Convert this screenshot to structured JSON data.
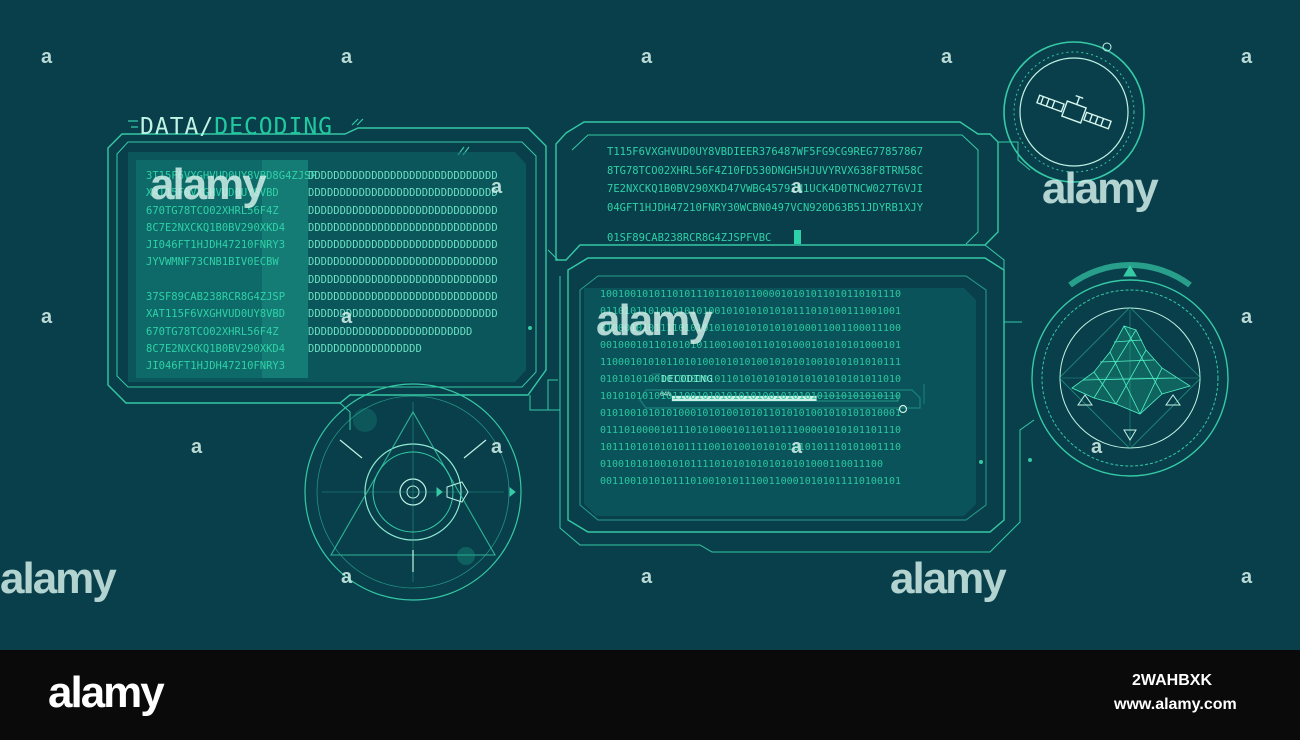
{
  "title": {
    "prefix": "DATA/",
    "accent": "DECODING"
  },
  "left_panel": {
    "code_lines": [
      "3T15F6VXGHVUD0UY8VBD8G4ZJSP",
      "XAT15F6VXGHVUD0UY8VBD",
      "670TG78TCO02XHRL56F4Z",
      "8C7E2NXCKQ1B0BV290XKD4",
      "JI046FT1HJDH47210FNRY3",
      "JYVWMNF73CNB1BIV0ECBW",
      "",
      "37SF89CAB238RCR8G4ZJSP",
      "XAT115F6VXGHVUD0UY8VBD",
      "670TG78TCO02XHRL56F4Z",
      "8C7E2NXCKQ1B0BV290XKD4",
      "JI046FT1HJDH47210FNRY3"
    ],
    "fill_lines": [
      "DDDDDDDDDDDDDDDDDDDDDDDDDDDDDD",
      "DDDDDDDDDDDDDDDDDDDDDDDDDDDDDD",
      "DDDDDDDDDDDDDDDDDDDDDDDDDDDDDD",
      "DDDDDDDDDDDDDDDDDDDDDDDDDDDDDD",
      "DDDDDDDDDDDDDDDDDDDDDDDDDDDDDD",
      "DDDDDDDDDDDDDDDDDDDDDDDDDDDDDD",
      "DDDDDDDDDDDDDDDDDDDDDDDDDDDDDD",
      "DDDDDDDDDDDDDDDDDDDDDDDDDDDDDD",
      "DDDDDDDDDDDDDDDDDDDDDDDDDDDDDD",
      "DDDDDDDDDDDDDDDDDDDDDDDDDD",
      "DDDDDDDDDDDDDDDDDD"
    ]
  },
  "right_panel": {
    "code_lines": [
      "T115F6VXGHVUD0UY8VBDIEER376487WF5FG9CG9REG77857867",
      "8TG78TCO02XHRL56F4Z10FD530DNGH5HJUVYRVX638F8TRN58C",
      "7E2NXCKQ1B0BV290XKD47VWBG45792N1UCK4D0TNCW027T6VJI",
      "04GFT1HJDH47210FNRY30WCBN0497VCN920D63B51JDYRB1XJY"
    ],
    "last_line": "01SF89CAB238RCR8G4ZJSPFVBC"
  },
  "binary_panel": {
    "lines": [
      "10010010101101011101101011000010101011010110101110",
      "01101011010101010100101010101010111010100111001001",
      "01000101011110101010101010101010100011001100011100",
      "00100010110101010110010010110101000101010101000101",
      "11000101010110101001010101001010101001010101010111",
      "01010101001010101010110101010101010101010101011010",
      "10101010101011001010101010100101010101010101010110",
      "01010010101010001010100101011010101001010101010001",
      "01110100001011101010001011011011100001010101101110",
      "10111010101010111100101001010101010101110101001110",
      "01001010100101011110101010101010101000110011100",
      "00110010101011101001010111001100010101011110100101"
    ],
    "progress_label": "DECODING",
    "progress_percent_text": "64%",
    "progress_value": 0.64
  },
  "watermark": {
    "brand": "alamy",
    "symbol": "a"
  },
  "footer": {
    "brand": "alamy",
    "image_id": "2WAHBXK",
    "url": "www.alamy.com"
  },
  "colors": {
    "background": "#083f4b",
    "line": "#36c9a6",
    "text": "#2fd1a8",
    "accent": "#22c9a0",
    "footer_bg": "#0a0a0a"
  },
  "icons": [
    "satellite-icon",
    "terrain-mesh-icon",
    "targeting-reticle-icon"
  ]
}
